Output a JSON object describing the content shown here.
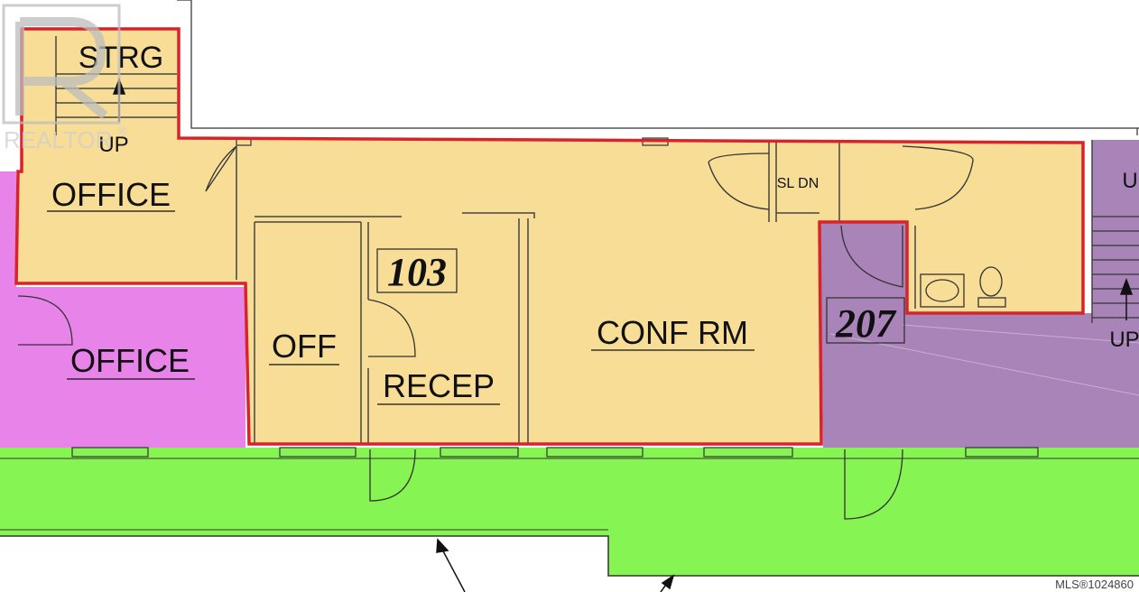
{
  "watermark": {
    "text": "REALTOR",
    "mark": "®"
  },
  "rooms": {
    "storage": "STRG",
    "stair_up_left": "UP",
    "office_top": "OFFICE",
    "office_left": "OFFICE",
    "off": "OFF",
    "recep": "RECEP",
    "conf": "CONF RM",
    "sl_dn": "SL DN",
    "stair_up_right": "UP",
    "stair_u_right": "U"
  },
  "units": {
    "unit_103": "103",
    "unit_207": "207"
  },
  "footer": {
    "mls": "MLS®1024860"
  },
  "colors": {
    "unit_103_fill": "#f7dd95",
    "unit_207_fill": "#a984b8",
    "office_left_fill": "#e883ea",
    "corridor_fill": "#86f452",
    "boundary": "#d9232a"
  }
}
